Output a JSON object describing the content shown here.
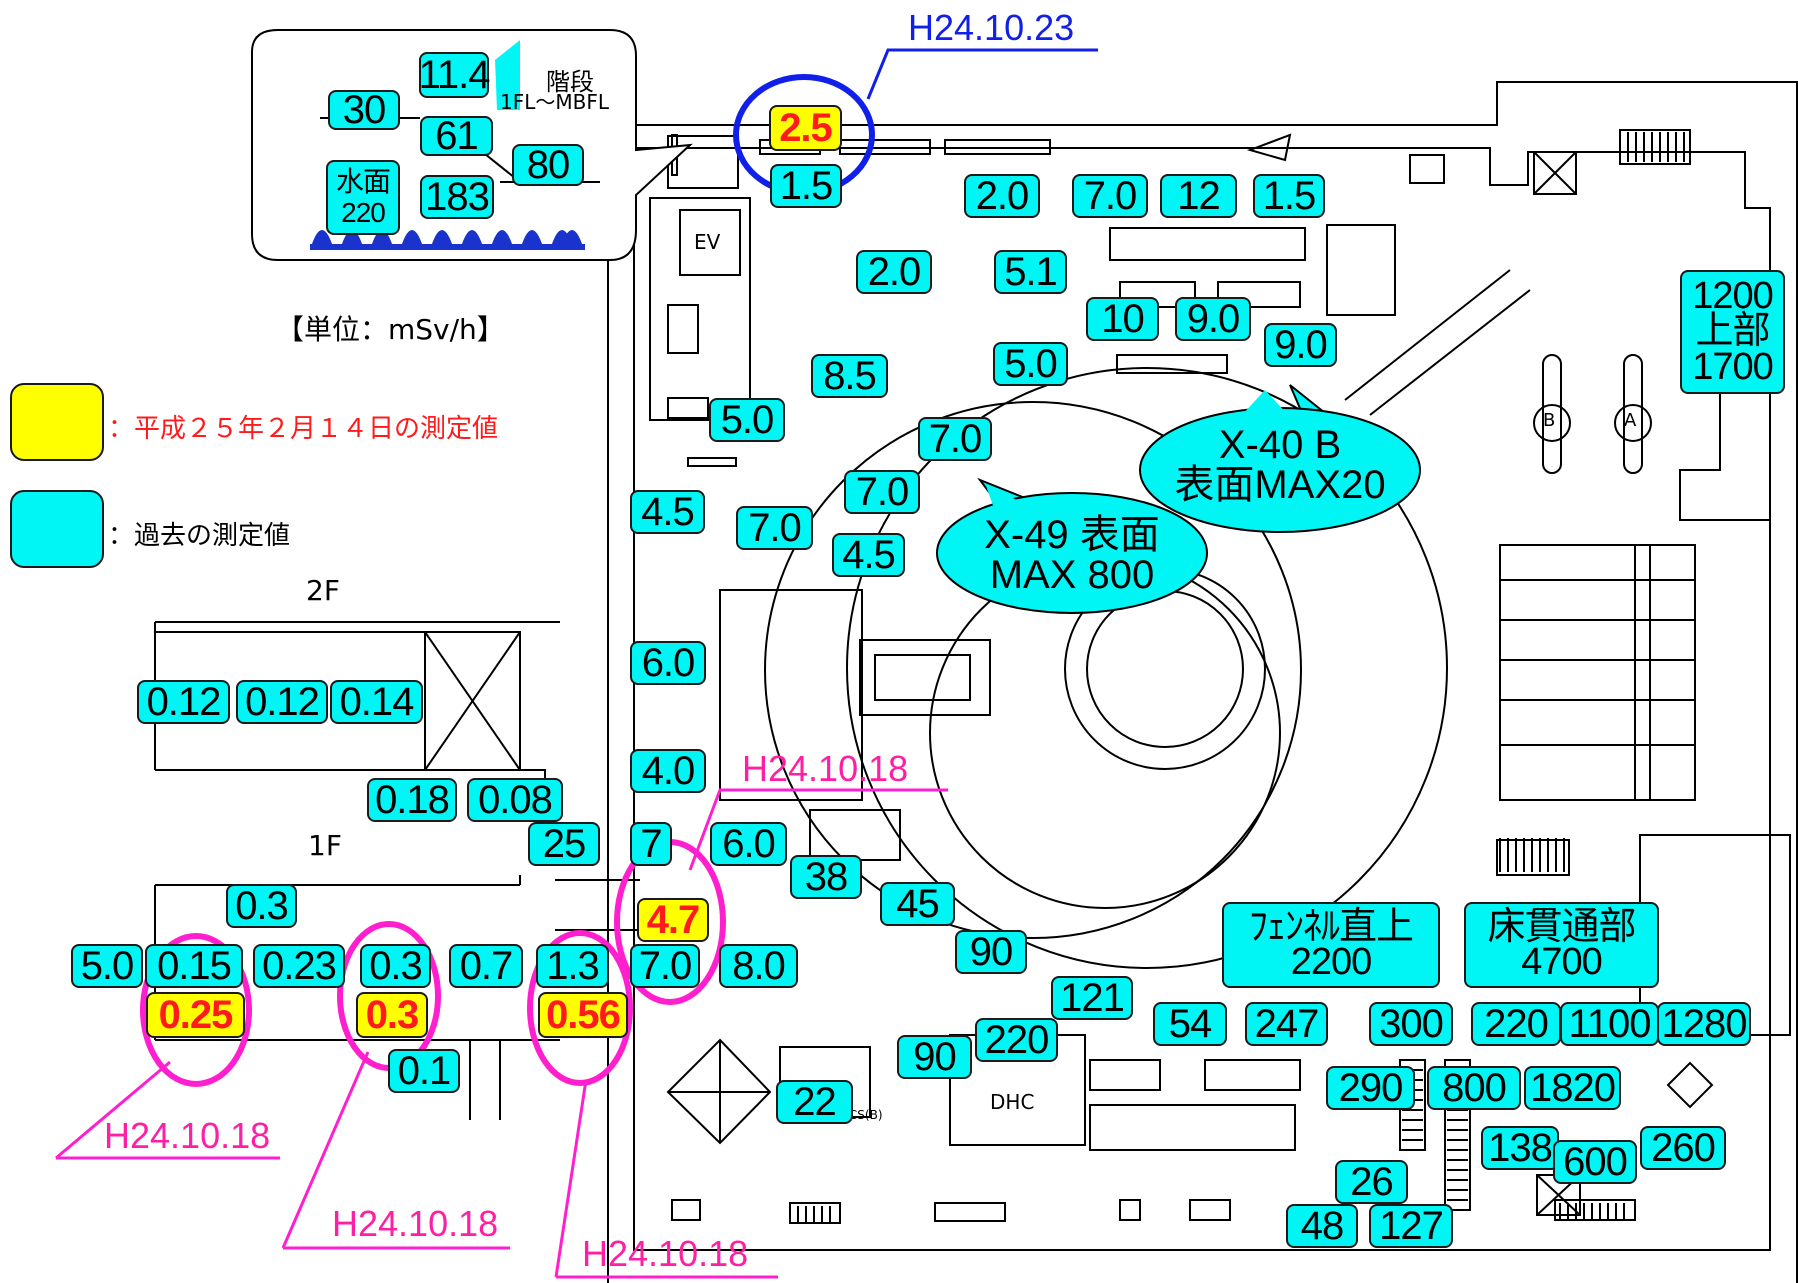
{
  "unit": "【単位：mSv/h】",
  "legend": {
    "current": "：平成２５年２月１４日の測定値",
    "past": "：過去の測定値",
    "current_color": "#ffff00",
    "past_color": "#00f5f5",
    "current_text_color": "#ff1b1b"
  },
  "floors": {
    "f2": "2F",
    "f1": "1F"
  },
  "stair_inset": {
    "label": "階段",
    "sub": "1FL～MBFL",
    "water_label": "水面",
    "water_value": "220"
  },
  "plan_labels": {
    "ev": "EV",
    "dhc": "DHC",
    "fcs": "FCS(B)",
    "a": "A",
    "b": "B"
  },
  "callouts": {
    "x40_line1": "X-40 B",
    "x40_line2": "表面MAX20",
    "x49_line1": "X-49 表面",
    "x49_line2": "MAX  800"
  },
  "dates": {
    "blue": "H24.10.23",
    "pink_center": "H24.10.18",
    "pink_left": "H24.10.18",
    "pink_mid": "H24.10.18",
    "pink_right": "H24.10.18"
  },
  "readings": {
    "past": [
      "11.4",
      "30",
      "61",
      "80",
      "183",
      "2.0",
      "7.0",
      "12",
      "1.5",
      "1.5",
      "2.0",
      "5.1",
      "10",
      "9.0",
      "9.0",
      "5.0",
      "8.5",
      "5.0",
      "7.0",
      "7.0",
      "4.5",
      "7.0",
      "4.5",
      "6.0",
      "0.12",
      "0.12",
      "0.14",
      "0.18",
      "0.08",
      "4.0",
      "25",
      "7",
      "6.0",
      "38",
      "45",
      "0.3",
      "5.0",
      "0.15",
      "0.23",
      "0.3",
      "0.7",
      "1.3",
      "7.0",
      "8.0",
      "90",
      "121",
      "54",
      "247",
      "300",
      "220",
      "1100",
      "1280",
      "220",
      "90",
      "0.1",
      "22",
      "290",
      "800",
      "1820",
      "138",
      "600",
      "260",
      "26",
      "48",
      "127"
    ],
    "current": [
      "2.5",
      "4.7",
      "0.25",
      "0.3",
      "0.56"
    ],
    "multi": {
      "right_top": [
        "1200",
        "上部",
        "1700"
      ],
      "funnel": [
        "ﾌｪﾝﾈﾙ直上",
        "2200"
      ],
      "floor_pen": [
        "床貫通部",
        "4700"
      ]
    }
  }
}
